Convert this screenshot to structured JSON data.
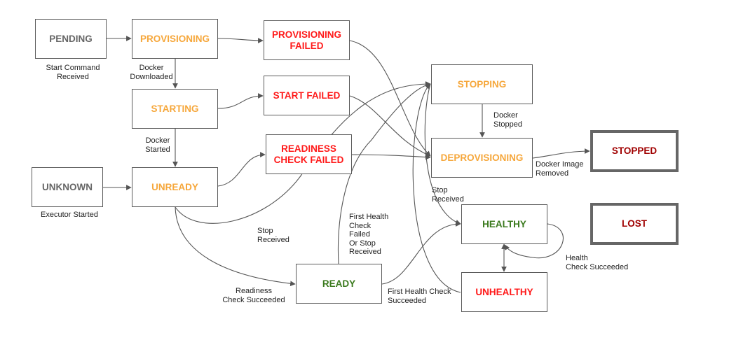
{
  "colors": {
    "gray": "#666666",
    "orange": "#f6a73b",
    "red": "#ff1a1a",
    "green": "#3b7a1e",
    "dark_red": "#a00000",
    "wire": "#555555"
  },
  "states": {
    "pending": {
      "label": "PENDING",
      "color": "gray"
    },
    "provisioning": {
      "label": "PROVISIONING",
      "color": "orange"
    },
    "provisioning_failed": {
      "label": "PROVISIONING\nFAILED",
      "color": "red"
    },
    "starting": {
      "label": "STARTING",
      "color": "orange"
    },
    "start_failed": {
      "label": "START FAILED",
      "color": "red"
    },
    "unknown": {
      "label": "UNKNOWN",
      "color": "gray"
    },
    "unready": {
      "label": "UNREADY",
      "color": "orange"
    },
    "readiness_check_failed": {
      "label": "READINESS\nCHECK FAILED",
      "color": "red"
    },
    "stopping": {
      "label": "STOPPING",
      "color": "orange"
    },
    "deprovisioning": {
      "label": "DEPROVISIONING",
      "color": "orange"
    },
    "stopped": {
      "label": "STOPPED",
      "color": "dark_red",
      "terminal": true
    },
    "healthy": {
      "label": "HEALTHY",
      "color": "green"
    },
    "lost": {
      "label": "LOST",
      "color": "dark_red",
      "terminal": true
    },
    "ready": {
      "label": "READY",
      "color": "green"
    },
    "unhealthy": {
      "label": "UNHEALTHY",
      "color": "red"
    }
  },
  "transition_labels": {
    "start_command_received": "Start Command\nReceived",
    "docker_downloaded": "Docker\nDownloaded",
    "docker_started": "Docker\nStarted",
    "executor_started": "Executor Started",
    "docker_stopped": "Docker\nStopped",
    "docker_image_removed": "Docker Image\nRemoved",
    "stop_received_1": "Stop\nReceived",
    "stop_received_2": "Stop\nReceived",
    "first_health_check_failed_or_stop": "First Health\nCheck\nFailed\nOr Stop\nReceived",
    "readiness_check_succeeded": "Readiness\nCheck Succeeded",
    "first_health_check_succeeded": "First Health Check\nSucceeded",
    "health_check_succeeded": "Health\nCheck Succeeded"
  }
}
